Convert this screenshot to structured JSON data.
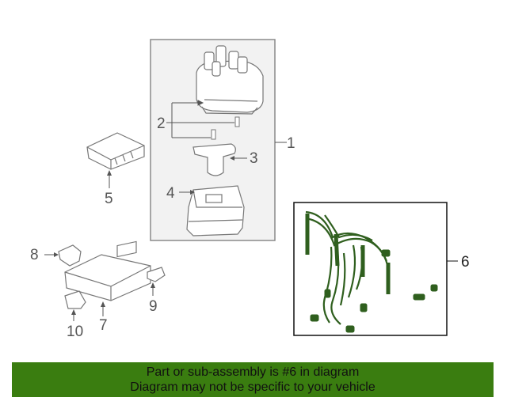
{
  "callouts": {
    "c1": "1",
    "c2": "2",
    "c3": "3",
    "c4": "4",
    "c5": "5",
    "c6": "6",
    "c7": "7",
    "c8": "8",
    "c9": "9",
    "c10": "10"
  },
  "banner": {
    "line1": "Part or sub-assembly is #6 in diagram",
    "line2": "Diagram may not be specific to your vehicle"
  },
  "colors": {
    "banner_bg": "#3a7d10",
    "highlight_part": "#2f5f1e",
    "line_art": "#8a8a8a"
  },
  "icons": {
    "distributor_cap": "distributor-cap-icon",
    "rotor": "rotor-icon",
    "ignition_coil": "ignition-coil-icon",
    "ignition_module": "ignition-module-icon",
    "ecm": "ecm-icon",
    "spark_plug_wires": "spark-plug-wire-set-icon"
  }
}
